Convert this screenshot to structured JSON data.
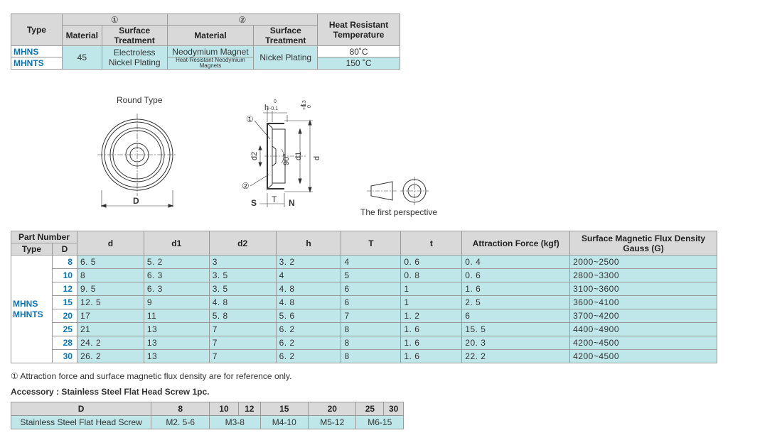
{
  "material_table": {
    "type_label": "Type",
    "group1": "①",
    "group2": "②",
    "heat_label": "Heat Resistant Temperature",
    "col_material": "Material",
    "col_surface": "Surface Treatment",
    "col_material2": "Material",
    "col_surface2": "Surface Treatment",
    "rows": [
      {
        "type": "MHNS",
        "material1": "45",
        "surface1": "Electroless Nickel Plating",
        "material2": "Neodymium Magnet",
        "surface2": "Nickel Plating",
        "heat": "80˚C"
      },
      {
        "type": "MHNTS",
        "material2": "Heat-Resistant Neodymium Magnets",
        "heat": "150 ˚C"
      }
    ]
  },
  "drawings": {
    "round_type_label": "Round Type",
    "d_label": "D",
    "h_label": "h",
    "h_tol_top": "0",
    "h_tol_bottom": "-0.1",
    "t_label": "t",
    "t_tol_top": "+0.3",
    "t_tol_bottom": "0",
    "callout1": "①",
    "callout2": "②",
    "d2_label": "d2",
    "angle_label": "90°",
    "d1_label": "d1",
    "d_side_label": "d",
    "s_label": "S",
    "t_bottom_label": "T",
    "n_label": "N",
    "perspective_label": "The first perspective"
  },
  "dimension_table": {
    "part_number_label": "Part Number",
    "type_label": "Type",
    "d_upper_label": "D",
    "headers": {
      "d": "d",
      "d1": "d1",
      "d2": "d2",
      "h": "h",
      "T": "T",
      "t": "t",
      "attraction": "Attraction Force (kgf)",
      "gauss": "Surface Magnetic Flux Density Gauss (G)"
    },
    "types": [
      "MHNS",
      "MHNTS"
    ],
    "rows": [
      {
        "D": "8",
        "d": "6. 5",
        "d1": "5. 2",
        "d2": "3",
        "h": "3. 2",
        "T": "4",
        "t": "0. 6",
        "force": "0. 4",
        "gauss": "2000~2500"
      },
      {
        "D": "10",
        "d": "8",
        "d1": "6. 3",
        "d2": "3. 5",
        "h": "4",
        "T": "5",
        "t": "0. 8",
        "force": "0. 6",
        "gauss": "2800~3300"
      },
      {
        "D": "12",
        "d": "9. 5",
        "d1": "6. 3",
        "d2": "3. 5",
        "h": "4. 8",
        "T": "6",
        "t": "1",
        "force": "1. 6",
        "gauss": "3100~3600"
      },
      {
        "D": "15",
        "d": "12. 5",
        "d1": "9",
        "d2": "4. 8",
        "h": "4. 8",
        "T": "6",
        "t": "1",
        "force": "2. 5",
        "gauss": "3600~4100"
      },
      {
        "D": "20",
        "d": "17",
        "d1": "11",
        "d2": "5. 8",
        "h": "5. 6",
        "T": "7",
        "t": "1. 2",
        "force": "6",
        "gauss": "3700~4200"
      },
      {
        "D": "25",
        "d": "21",
        "d1": "13",
        "d2": "7",
        "h": "6. 2",
        "T": "8",
        "t": "1. 6",
        "force": "15. 5",
        "gauss": "4400~4900"
      },
      {
        "D": "28",
        "d": "24. 2",
        "d1": "13",
        "d2": "7",
        "h": "6. 2",
        "T": "8",
        "t": "1. 6",
        "force": "20. 3",
        "gauss": "4200~4500"
      },
      {
        "D": "30",
        "d": "26. 2",
        "d1": "13",
        "d2": "7",
        "h": "6. 2",
        "T": "8",
        "t": "1. 6",
        "force": "22. 2",
        "gauss": "4200~4500"
      }
    ]
  },
  "note": "① Attraction force and surface magnetic flux density are for reference only.",
  "accessory": {
    "title": "Accessory : Stainless Steel Flat Head Screw 1pc.",
    "d_label": "D",
    "sizes": [
      "8",
      "10",
      "12",
      "15",
      "20",
      "25",
      "30"
    ],
    "row_label": "Stainless Steel Flat Head Screw",
    "screws": [
      "M2. 5-6",
      "M3-8",
      "M4-10",
      "M5-12",
      "M6-15"
    ]
  }
}
